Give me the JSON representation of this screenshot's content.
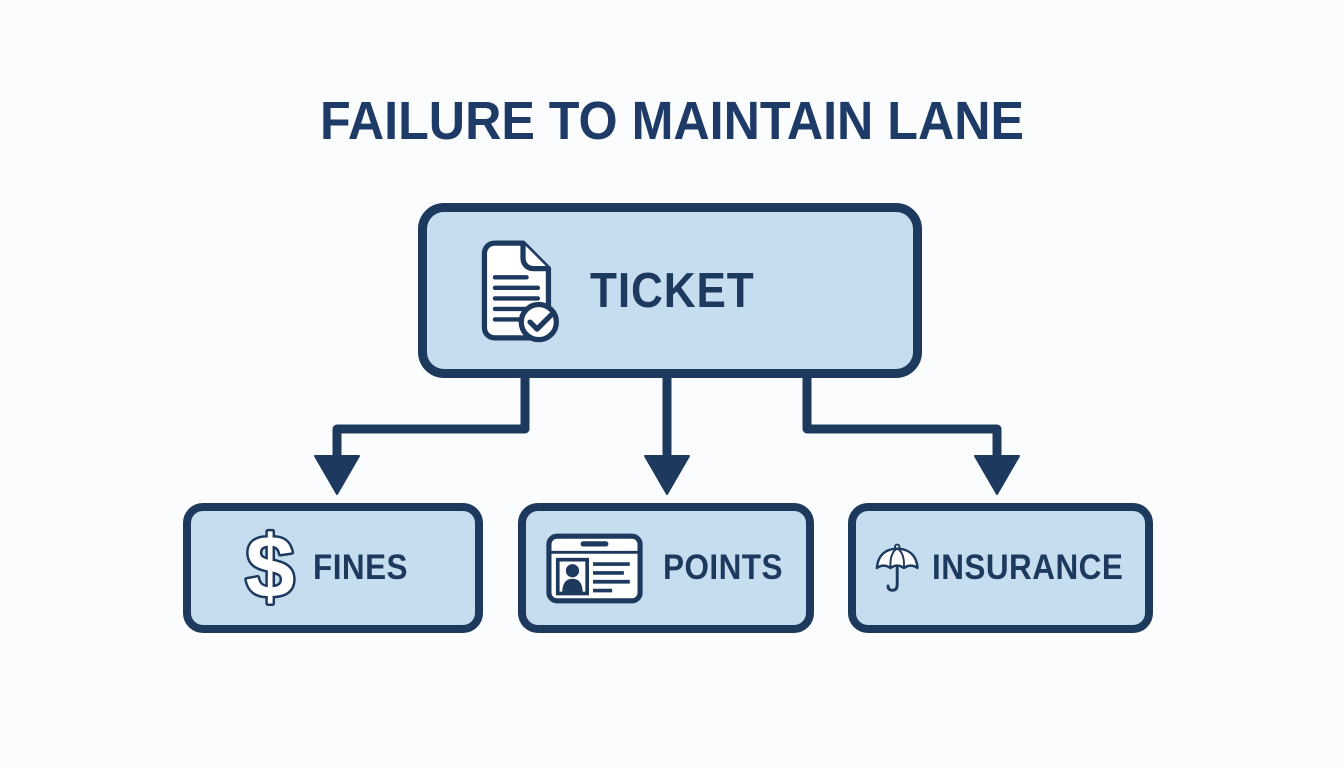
{
  "title": {
    "text": "FAILURE TO MAINTAIN LANE"
  },
  "root_node": {
    "label": "TICKET",
    "icon": "document-check-icon"
  },
  "child_nodes": [
    {
      "label": "FINES",
      "icon": "dollar-sign-icon",
      "glyph": "$"
    },
    {
      "label": "POINTS",
      "icon": "id-card-icon"
    },
    {
      "label": "INSURANCE",
      "icon": "umbrella-icon"
    }
  ],
  "colors": {
    "navy": "#1d3a5e",
    "node_fill": "#c6ddf0",
    "background": "#fafcfd",
    "title_text": "#1e3a66",
    "icon_fill": "#ffffff"
  }
}
